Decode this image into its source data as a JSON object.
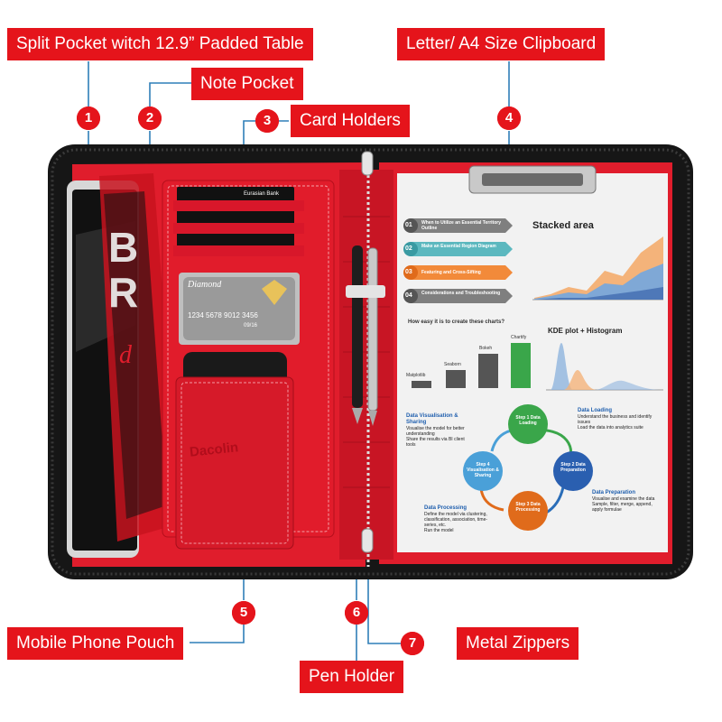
{
  "colors": {
    "accent": "#e5141b",
    "leader": "#2f7fb8",
    "case_red": "#e01d2c",
    "case_black": "#161616"
  },
  "callouts": [
    {
      "num": "1",
      "label": "Split Pocket witch 12.9” Padded Table"
    },
    {
      "num": "2",
      "label": "Note Pocket"
    },
    {
      "num": "3",
      "label": "Card Holders"
    },
    {
      "num": "4",
      "label": "Letter/ A4 Size Clipboard"
    },
    {
      "num": "5",
      "label": "Mobile Phone Pouch"
    },
    {
      "num": "6",
      "label": "Pen Holder"
    },
    {
      "num": "7",
      "label": "Metal Zippers"
    }
  ],
  "product": {
    "brand": "Dacolin",
    "card_brand": "Eurasian Bank",
    "card_name": "Diamond",
    "card_number": "1234 5678 9012 3456",
    "card_expiry": "09/16"
  },
  "sheet": {
    "steps": [
      {
        "num": "01",
        "text": "When to Utilize an Essential Territory Outline"
      },
      {
        "num": "02",
        "text": "Make an Essential Region Diagram"
      },
      {
        "num": "03",
        "text": "Featuring and Cross-Sifting"
      },
      {
        "num": "04",
        "text": "Considerations and Troubleshooting"
      }
    ],
    "stacked_title": "Stacked area",
    "question": "How easy it is to create these charts?",
    "bar_labels": [
      "Matplotlib",
      "Seaborn",
      "Bokeh",
      "Chartify"
    ],
    "kde_title": "KDE plot + Histogram",
    "cycle": [
      "Step 1 Data Loading",
      "Step 2 Data Preparation",
      "Step 3 Data Processing",
      "Step 4 Visualisation & Sharing"
    ],
    "blocks": {
      "visualisation": {
        "title": "Data Visualisation & Sharing",
        "items": [
          "Visualise the model for better understanding",
          "Share the results via BI client tools"
        ]
      },
      "loading": {
        "title": "Data Loading",
        "items": [
          "Understand the business and identify issues",
          "Load the data into analytics suite"
        ]
      },
      "preparation": {
        "title": "Data Preparation",
        "items": [
          "Visualise and examine the data",
          "Sample, filter, merge, append, apply formulae"
        ]
      },
      "processing": {
        "title": "Data Processing",
        "items": [
          "Define the model via clustering, classification, association, time-series, etc.",
          "Run the model"
        ]
      }
    }
  }
}
